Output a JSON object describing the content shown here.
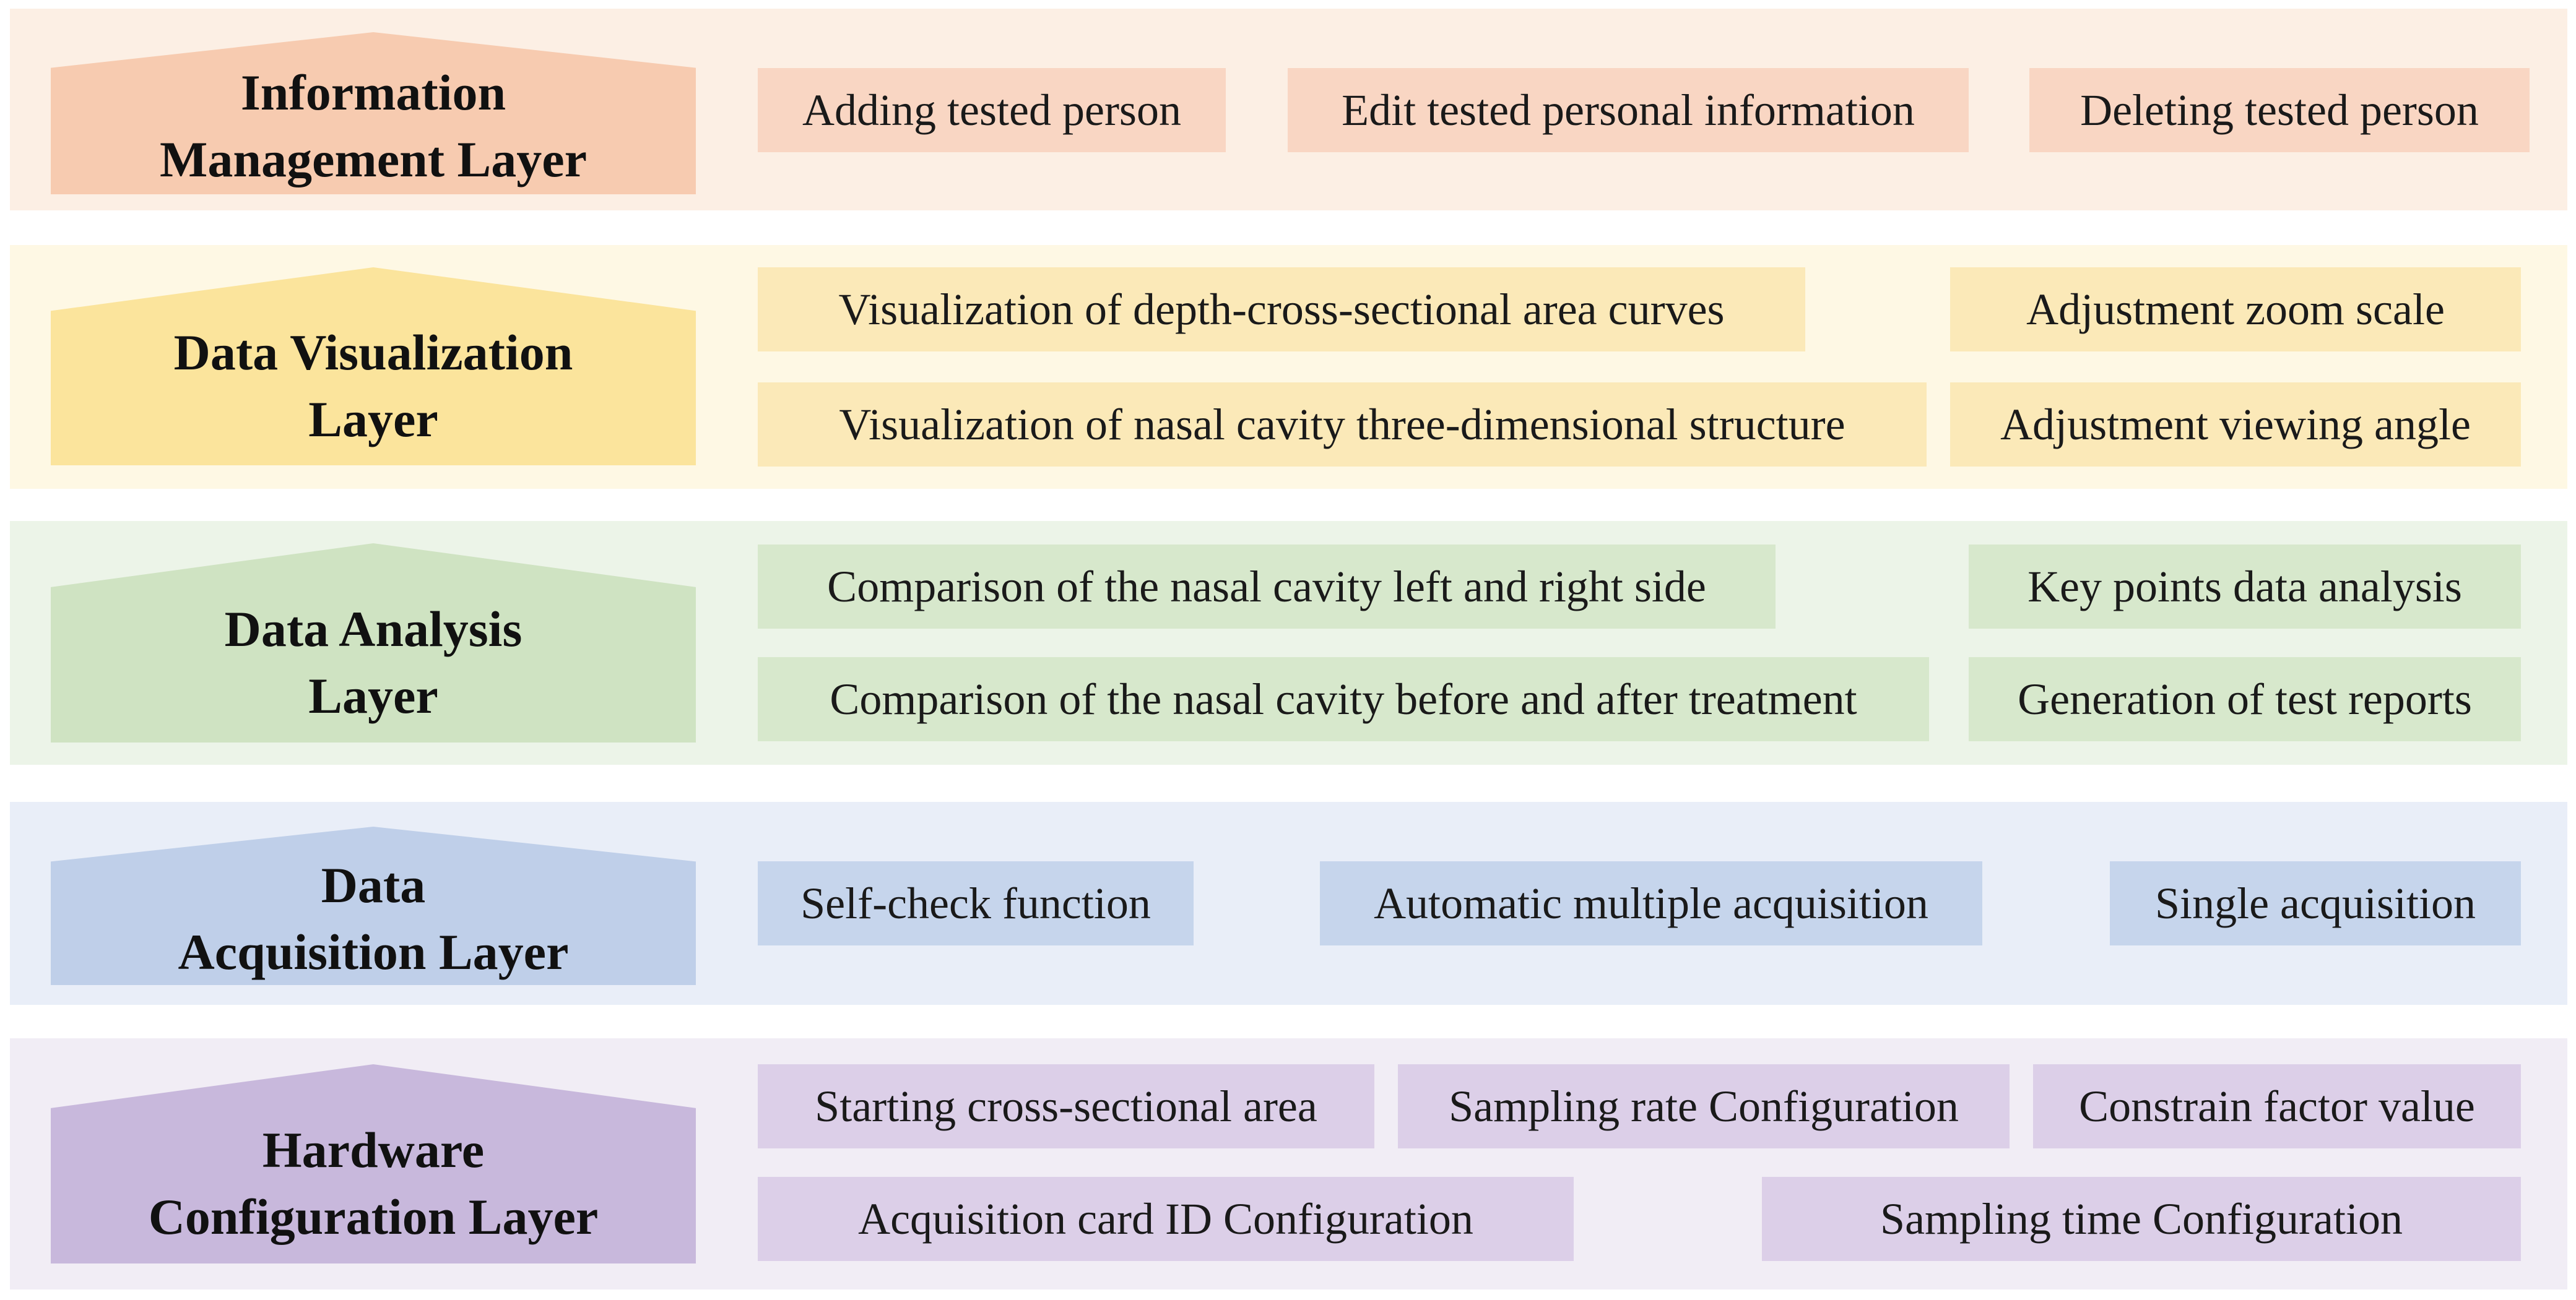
{
  "colors": {
    "management": {
      "band": "#fcefe4",
      "house": "#f7cbb0",
      "box": "#f9d6c3"
    },
    "visualization": {
      "band": "#fef8e4",
      "house": "#fbe49c",
      "box": "#fbe9b8"
    },
    "analysis": {
      "band": "#ecf4e8",
      "house": "#cfe3c2",
      "box": "#d7e8cc"
    },
    "acquisition": {
      "band": "#e9eef8",
      "house": "#bfcfe9",
      "box": "#c6d5ec"
    },
    "hardware": {
      "band": "#f1edf5",
      "house": "#c8b8dc",
      "box": "#dccfe8"
    }
  },
  "layers": {
    "management": {
      "title": "Information\nManagement Layer",
      "items": [
        "Adding tested person",
        "Edit tested personal information",
        "Deleting tested person"
      ]
    },
    "visualization": {
      "title": "Data Visualization\nLayer",
      "items": [
        "Visualization of depth-cross-sectional area curves",
        "Adjustment zoom scale",
        "Visualization of nasal cavity three-dimensional structure",
        "Adjustment viewing angle"
      ]
    },
    "analysis": {
      "title": "Data Analysis\nLayer",
      "items": [
        "Comparison of the nasal cavity left and right side",
        "Key points data analysis",
        "Comparison of the nasal cavity before and after treatment",
        "Generation of test reports"
      ]
    },
    "acquisition": {
      "title": "Data\nAcquisition Layer",
      "items": [
        "Self-check function",
        "Automatic multiple acquisition",
        "Single acquisition"
      ]
    },
    "hardware": {
      "title": "Hardware\nConfiguration Layer",
      "items": [
        "Starting  cross-sectional area",
        "Sampling rate Configuration",
        "Constrain factor value",
        "Acquisition card ID Configuration",
        "Sampling time Configuration"
      ]
    }
  }
}
